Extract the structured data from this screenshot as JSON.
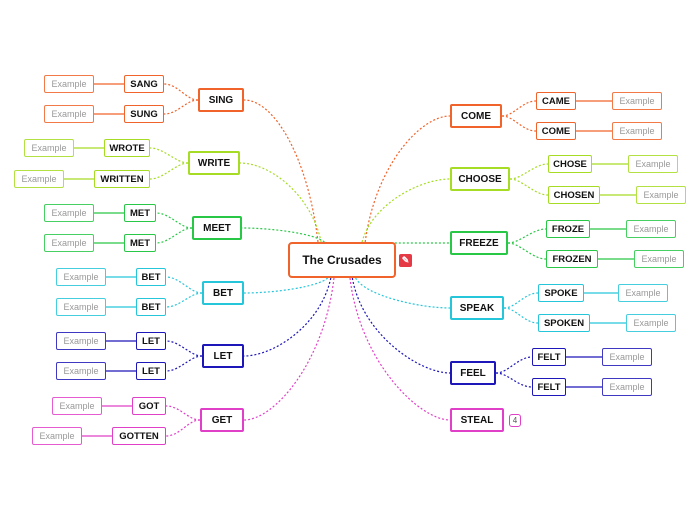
{
  "root": {
    "label": "The Crusades"
  },
  "example_label": "Example",
  "steal_count": "4",
  "branches": {
    "sing": {
      "label": "SING",
      "color": "#f0632a",
      "past": [
        "SANG",
        "SUNG"
      ]
    },
    "write": {
      "label": "WRITE",
      "color": "#a6dc23",
      "past": [
        "WROTE",
        "WRITTEN"
      ]
    },
    "meet": {
      "label": "MEET",
      "color": "#29c746",
      "past": [
        "MET",
        "MET"
      ]
    },
    "bet": {
      "label": "BET",
      "color": "#26c6da",
      "past": [
        "BET",
        "BET"
      ]
    },
    "let": {
      "label": "LET",
      "color": "#1d16b8",
      "past": [
        "LET",
        "LET"
      ]
    },
    "get": {
      "label": "GET",
      "color": "#e040c8",
      "past": [
        "GOT",
        "GOTTEN"
      ]
    },
    "come": {
      "label": "COME",
      "color": "#f0632a",
      "past": [
        "CAME",
        "COME"
      ]
    },
    "choose": {
      "label": "CHOOSE",
      "color": "#a6dc23",
      "past": [
        "CHOSE",
        "CHOSEN"
      ]
    },
    "freeze": {
      "label": "FREEZE",
      "color": "#29c746",
      "past": [
        "FROZE",
        "FROZEN"
      ]
    },
    "speak": {
      "label": "SPEAK",
      "color": "#26c6da",
      "past": [
        "SPOKE",
        "SPOKEN"
      ]
    },
    "feel": {
      "label": "FEEL",
      "color": "#1d16b8",
      "past": [
        "FELT",
        "FELT"
      ]
    },
    "steal": {
      "label": "STEAL",
      "color": "#e040c8",
      "past": []
    }
  }
}
